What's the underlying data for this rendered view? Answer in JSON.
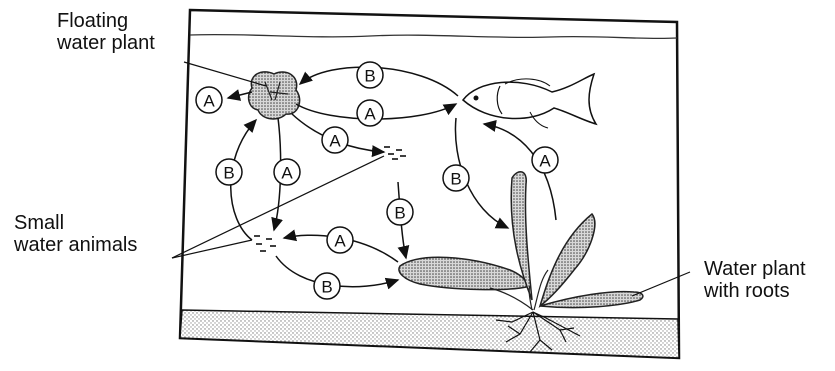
{
  "labels": {
    "floating_plant_line1": "Floating",
    "floating_plant_line2": "water plant",
    "small_animals_line1": "Small",
    "small_animals_line2": "water animals",
    "rooted_plant_line1": "Water plant",
    "rooted_plant_line2": "with roots"
  },
  "arrows": [
    {
      "from": "fish",
      "to": "floating-plant",
      "letter": "B"
    },
    {
      "from": "floating-plant",
      "to": "outside",
      "letter": "A"
    },
    {
      "from": "floating-plant",
      "to": "fish",
      "letter": "A"
    },
    {
      "from": "floating-plant",
      "to": "small-animals-upper",
      "letter": "A"
    },
    {
      "from": "small-animals-lower",
      "to": "floating-plant",
      "letter": "B"
    },
    {
      "from": "floating-plant",
      "to": "small-animals-lower",
      "letter": "A"
    },
    {
      "from": "fish",
      "to": "rooted-plant",
      "letter": "B"
    },
    {
      "from": "rooted-plant",
      "to": "fish",
      "letter": "A"
    },
    {
      "from": "small-animals-upper",
      "to": "rooted-plant-leaf",
      "letter": "B"
    },
    {
      "from": "rooted-plant-leaf",
      "to": "small-animals-lower",
      "letter": "A"
    },
    {
      "from": "small-animals-lower",
      "to": "rooted-plant-leaf",
      "letter": "B"
    }
  ]
}
